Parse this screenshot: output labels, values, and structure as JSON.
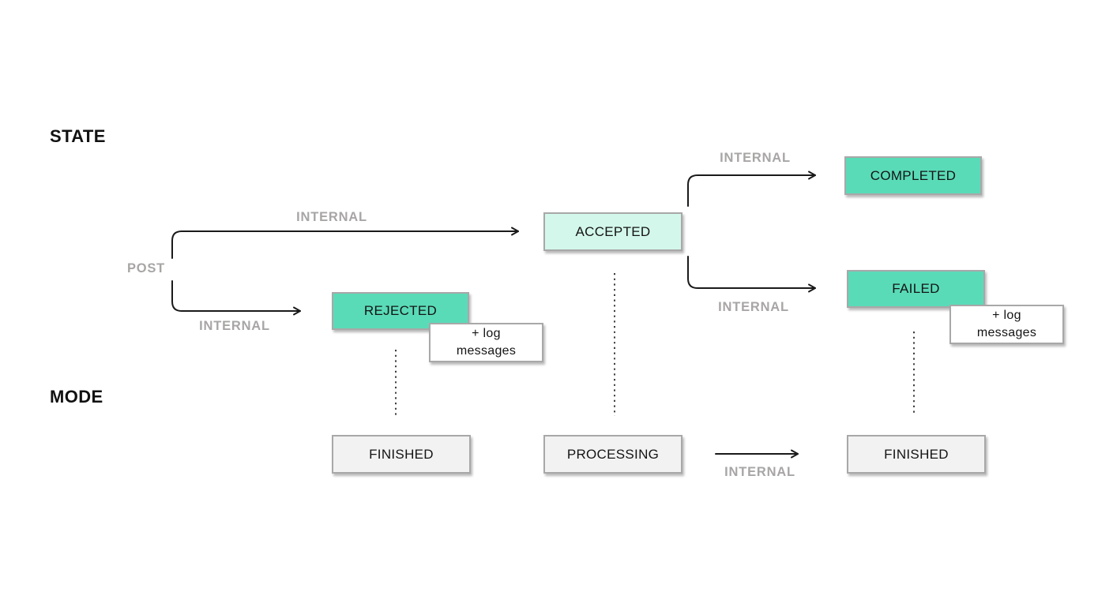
{
  "row_labels": {
    "state": "STATE",
    "mode": "MODE"
  },
  "nodes": {
    "accepted": "ACCEPTED",
    "rejected": "REJECTED",
    "completed": "COMPLETED",
    "failed": "FAILED",
    "finished_left": "FINISHED",
    "processing": "PROCESSING",
    "finished_right": "FINISHED"
  },
  "annotations": {
    "log_messages_rejected": "+ log messages",
    "log_messages_failed": "+ log messages"
  },
  "edge_labels": {
    "post": "POST",
    "internal_post_to_accepted": "INTERNAL",
    "internal_post_to_rejected": "INTERNAL",
    "internal_accepted_to_completed": "INTERNAL",
    "internal_accepted_to_failed": "INTERNAL",
    "internal_processing_to_finished": "INTERNAL"
  },
  "colors": {
    "state_box_fill": "#5adbb8",
    "accepted_box_fill": "#d3f7eb",
    "mode_box_fill": "#f2f2f2",
    "box_border": "#a8a8a8",
    "edge_label_text": "#a8a5a5",
    "line": "#1a1a1a",
    "background": "#ffffff"
  }
}
